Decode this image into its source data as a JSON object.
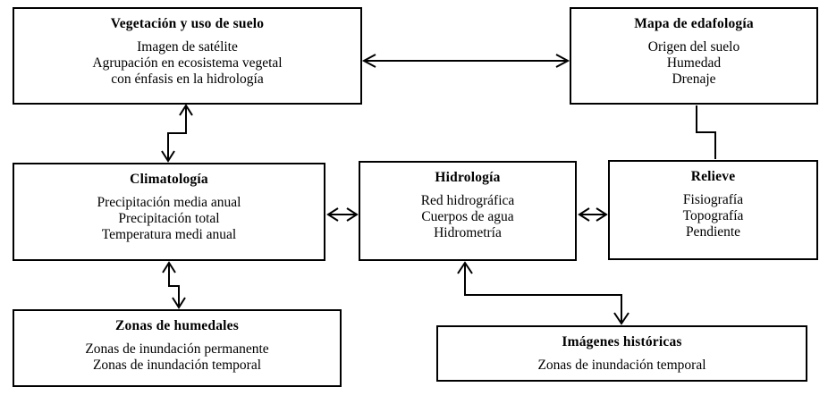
{
  "diagram": {
    "colors": {
      "background": "#ffffff",
      "border": "#000000",
      "text": "#000000"
    },
    "boxes": [
      {
        "title": "Vegetación y uso de suelo",
        "lines": [
          "Imagen de satélite",
          "Agrupación en ecosistema vegetal",
          "con énfasis en la hidrología"
        ]
      },
      {
        "title": "Mapa de edafología",
        "lines": [
          "Origen del suelo",
          "Humedad",
          "Drenaje"
        ]
      },
      {
        "title": "Climatología",
        "lines": [
          "Precipitación media anual",
          "Precipitación total",
          "Temperatura medi anual"
        ]
      },
      {
        "title": "Hidrología",
        "lines": [
          "Red hidrográfica",
          "Cuerpos de agua",
          "Hidrometría"
        ]
      },
      {
        "title": "Relieve",
        "lines": [
          "Fisiografía",
          "Topografía",
          "Pendiente"
        ]
      },
      {
        "title": "Zonas de humedales",
        "lines": [
          "Zonas de inundación permanente",
          "Zonas de inundación temporal"
        ]
      },
      {
        "title": "Imágenes históricas",
        "lines": [
          "Zonas de inundación temporal"
        ]
      }
    ],
    "connectors": [
      {
        "from": "Vegetación y uso de suelo",
        "to": "Mapa de edafología",
        "style": "horizontal-double-arrow"
      },
      {
        "from": "Vegetación y uso de suelo",
        "to": "Climatología",
        "style": "stepped-vertical-double-arrow"
      },
      {
        "from": "Mapa de edafología",
        "to": "Relieve",
        "style": "stepped-line-no-arrows"
      },
      {
        "from": "Climatología",
        "to": "Hidrología",
        "style": "horizontal-double-arrow"
      },
      {
        "from": "Hidrología",
        "to": "Relieve",
        "style": "horizontal-double-arrow"
      },
      {
        "from": "Climatología",
        "to": "Zonas de humedales",
        "style": "stepped-vertical-double-arrow"
      },
      {
        "from": "Hidrología",
        "to": "Imágenes históricas",
        "style": "stepped-double-arrow"
      }
    ]
  }
}
